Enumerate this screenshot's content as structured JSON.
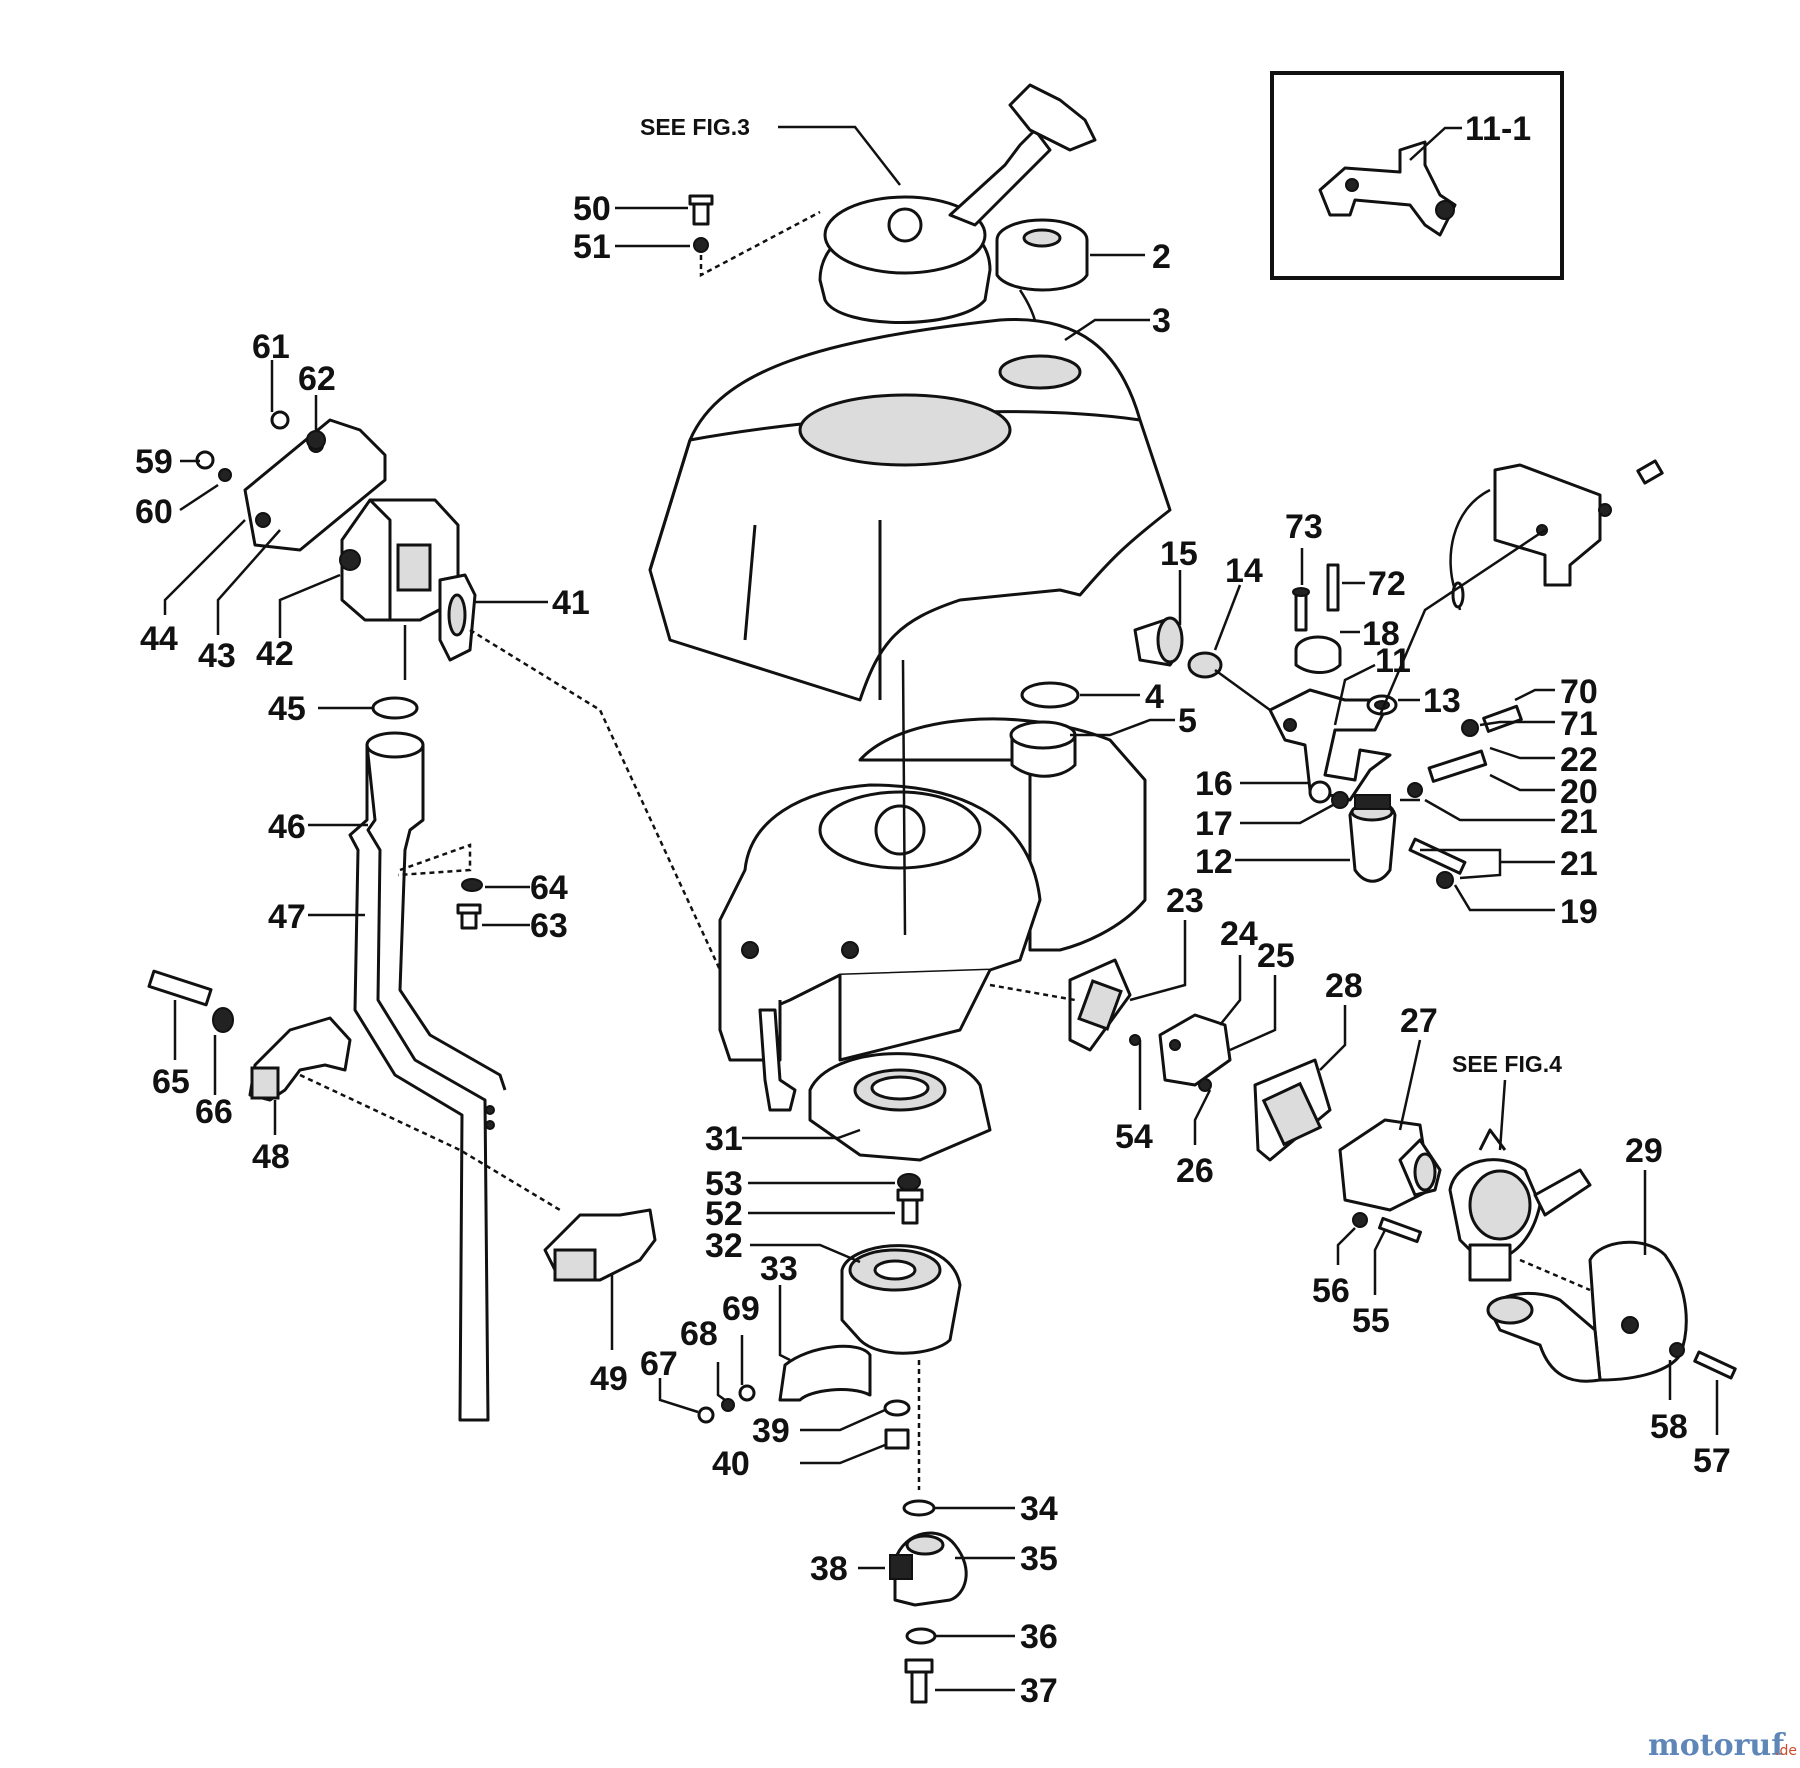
{
  "notes": {
    "see_fig_3": "SEE FIG.3",
    "see_fig_4": "SEE FIG.4"
  },
  "inset_label": "11-1",
  "labels": {
    "n2": "2",
    "n3": "3",
    "n4": "4",
    "n5": "5",
    "n11": "11",
    "n12": "12",
    "n13": "13",
    "n14": "14",
    "n15": "15",
    "n16": "16",
    "n17": "17",
    "n18": "18",
    "n19": "19",
    "n20": "20",
    "n21a": "21",
    "n21b": "21",
    "n22": "22",
    "n23": "23",
    "n24": "24",
    "n25": "25",
    "n26": "26",
    "n27": "27",
    "n28": "28",
    "n29": "29",
    "n31": "31",
    "n32": "32",
    "n33": "33",
    "n34": "34",
    "n35": "35",
    "n36": "36",
    "n37": "37",
    "n38": "38",
    "n39": "39",
    "n40": "40",
    "n41": "41",
    "n42": "42",
    "n43": "43",
    "n44": "44",
    "n45": "45",
    "n46": "46",
    "n47": "47",
    "n48": "48",
    "n49": "49",
    "n50": "50",
    "n51": "51",
    "n52": "52",
    "n53": "53",
    "n54": "54",
    "n55": "55",
    "n56": "56",
    "n57": "57",
    "n58": "58",
    "n59": "59",
    "n60": "60",
    "n61": "61",
    "n62": "62",
    "n63": "63",
    "n64": "64",
    "n65": "65",
    "n66": "66",
    "n67": "67",
    "n68": "68",
    "n69": "69",
    "n70": "70",
    "n71": "71",
    "n72": "72",
    "n73": "73"
  },
  "watermark": {
    "name": "motoruf",
    "tld": ".de"
  }
}
